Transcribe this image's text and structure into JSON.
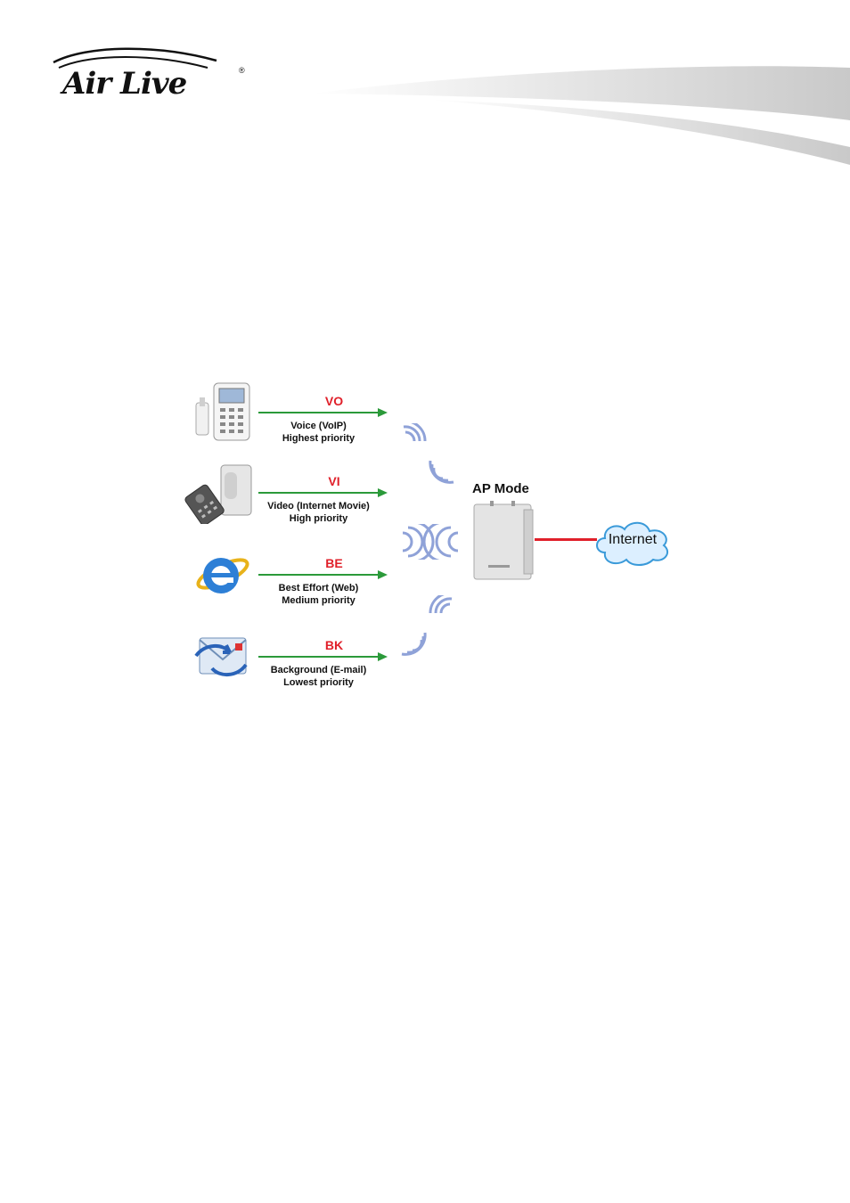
{
  "header": {
    "logo_text": "Air Live",
    "logo_reg": "®"
  },
  "diagram": {
    "rows": [
      {
        "code": "VO",
        "line1": "Voice (VoIP)",
        "line2": "Highest priority",
        "device": "voip-phone-icon"
      },
      {
        "code": "VI",
        "line1": "Video (Internet Movie)",
        "line2": "High priority",
        "device": "media-player-icon"
      },
      {
        "code": "BE",
        "line1": "Best Effort (Web)",
        "line2": "Medium priority",
        "device": "web-browser-icon"
      },
      {
        "code": "BK",
        "line1": "Background (E-mail)",
        "line2": "Lowest priority",
        "device": "email-icon"
      }
    ],
    "ap_label": "AP Mode",
    "internet_label": "Internet",
    "colors": {
      "code": "#e0202a",
      "arrow": "#2b9a3a",
      "wave": "#8fa2d8",
      "link": "#e0202a"
    }
  }
}
